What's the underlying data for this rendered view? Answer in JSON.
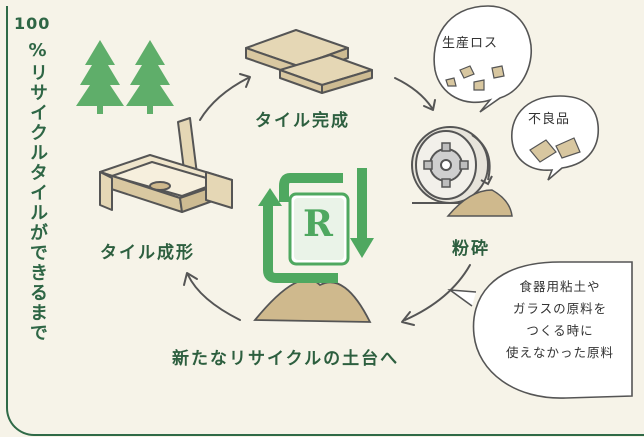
{
  "title": {
    "number": "100",
    "vertical_text": "%リサイクルタイルができるまで"
  },
  "steps": {
    "tile_complete": "タイル完成",
    "crushing": "粉砕",
    "new_base": "新たなリサイクルの土台へ",
    "tile_forming": "タイル成形"
  },
  "bubbles": {
    "production_loss": "生産ロス",
    "defective": "不良品",
    "raw_material": [
      "食器用粘土や",
      "ガラスの原料を",
      "つくる時に",
      "使えなかった原料"
    ]
  },
  "center_logo": {
    "letter": "R"
  },
  "colors": {
    "green_dark": "#2e6645",
    "green_tree": "#5fae6a",
    "green_logo": "#4fa860",
    "tile": "#e5d7b5",
    "sand": "#cfb98d",
    "outline": "#555555"
  }
}
